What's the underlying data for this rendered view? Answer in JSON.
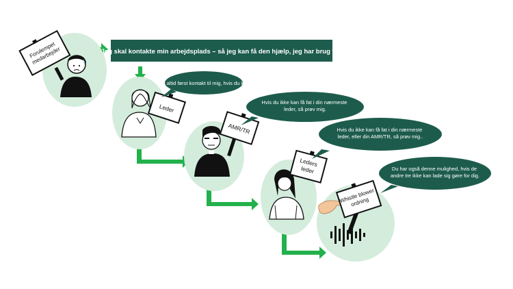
{
  "colors": {
    "dark_green": "#1d5c4c",
    "bright_green": "#22b14c",
    "pale_green": "#d4ecdc",
    "text_white": "#ffffff",
    "ink": "#111111"
  },
  "header": {
    "text": "Jeg skal kontakte min arbejdsplads – så jeg kan få den hjælp, jeg har brug for."
  },
  "steps": [
    {
      "sign_lines": [
        "Forulempet",
        "medarbejder"
      ],
      "icon": "person-icon"
    },
    {
      "sign_lines": [
        "Leder"
      ],
      "speech_lines": [
        "Tag altid først kontakt til mig, hvis du kan."
      ],
      "icon": "person-icon"
    },
    {
      "sign_lines": [
        "AMR/TR"
      ],
      "speech_lines": [
        "Hvis du ikke kan få fat i din nærmeste",
        "leder, så prøv mig."
      ],
      "icon": "person-icon"
    },
    {
      "sign_lines": [
        "Leders",
        "leder"
      ],
      "speech_lines": [
        "Hvis du ikke kan få fat i din nærmeste",
        "leder, eller din AMR/TR, så prøv mig.."
      ],
      "icon": "person-icon"
    },
    {
      "sign_lines": [
        "Whistle blower",
        "ordning"
      ],
      "speech_lines": [
        "Du har også denne mulighed, hvis de",
        "andre tre ikke kan lade sig gøre for dig."
      ],
      "icon": "sound-wave-icon"
    }
  ]
}
